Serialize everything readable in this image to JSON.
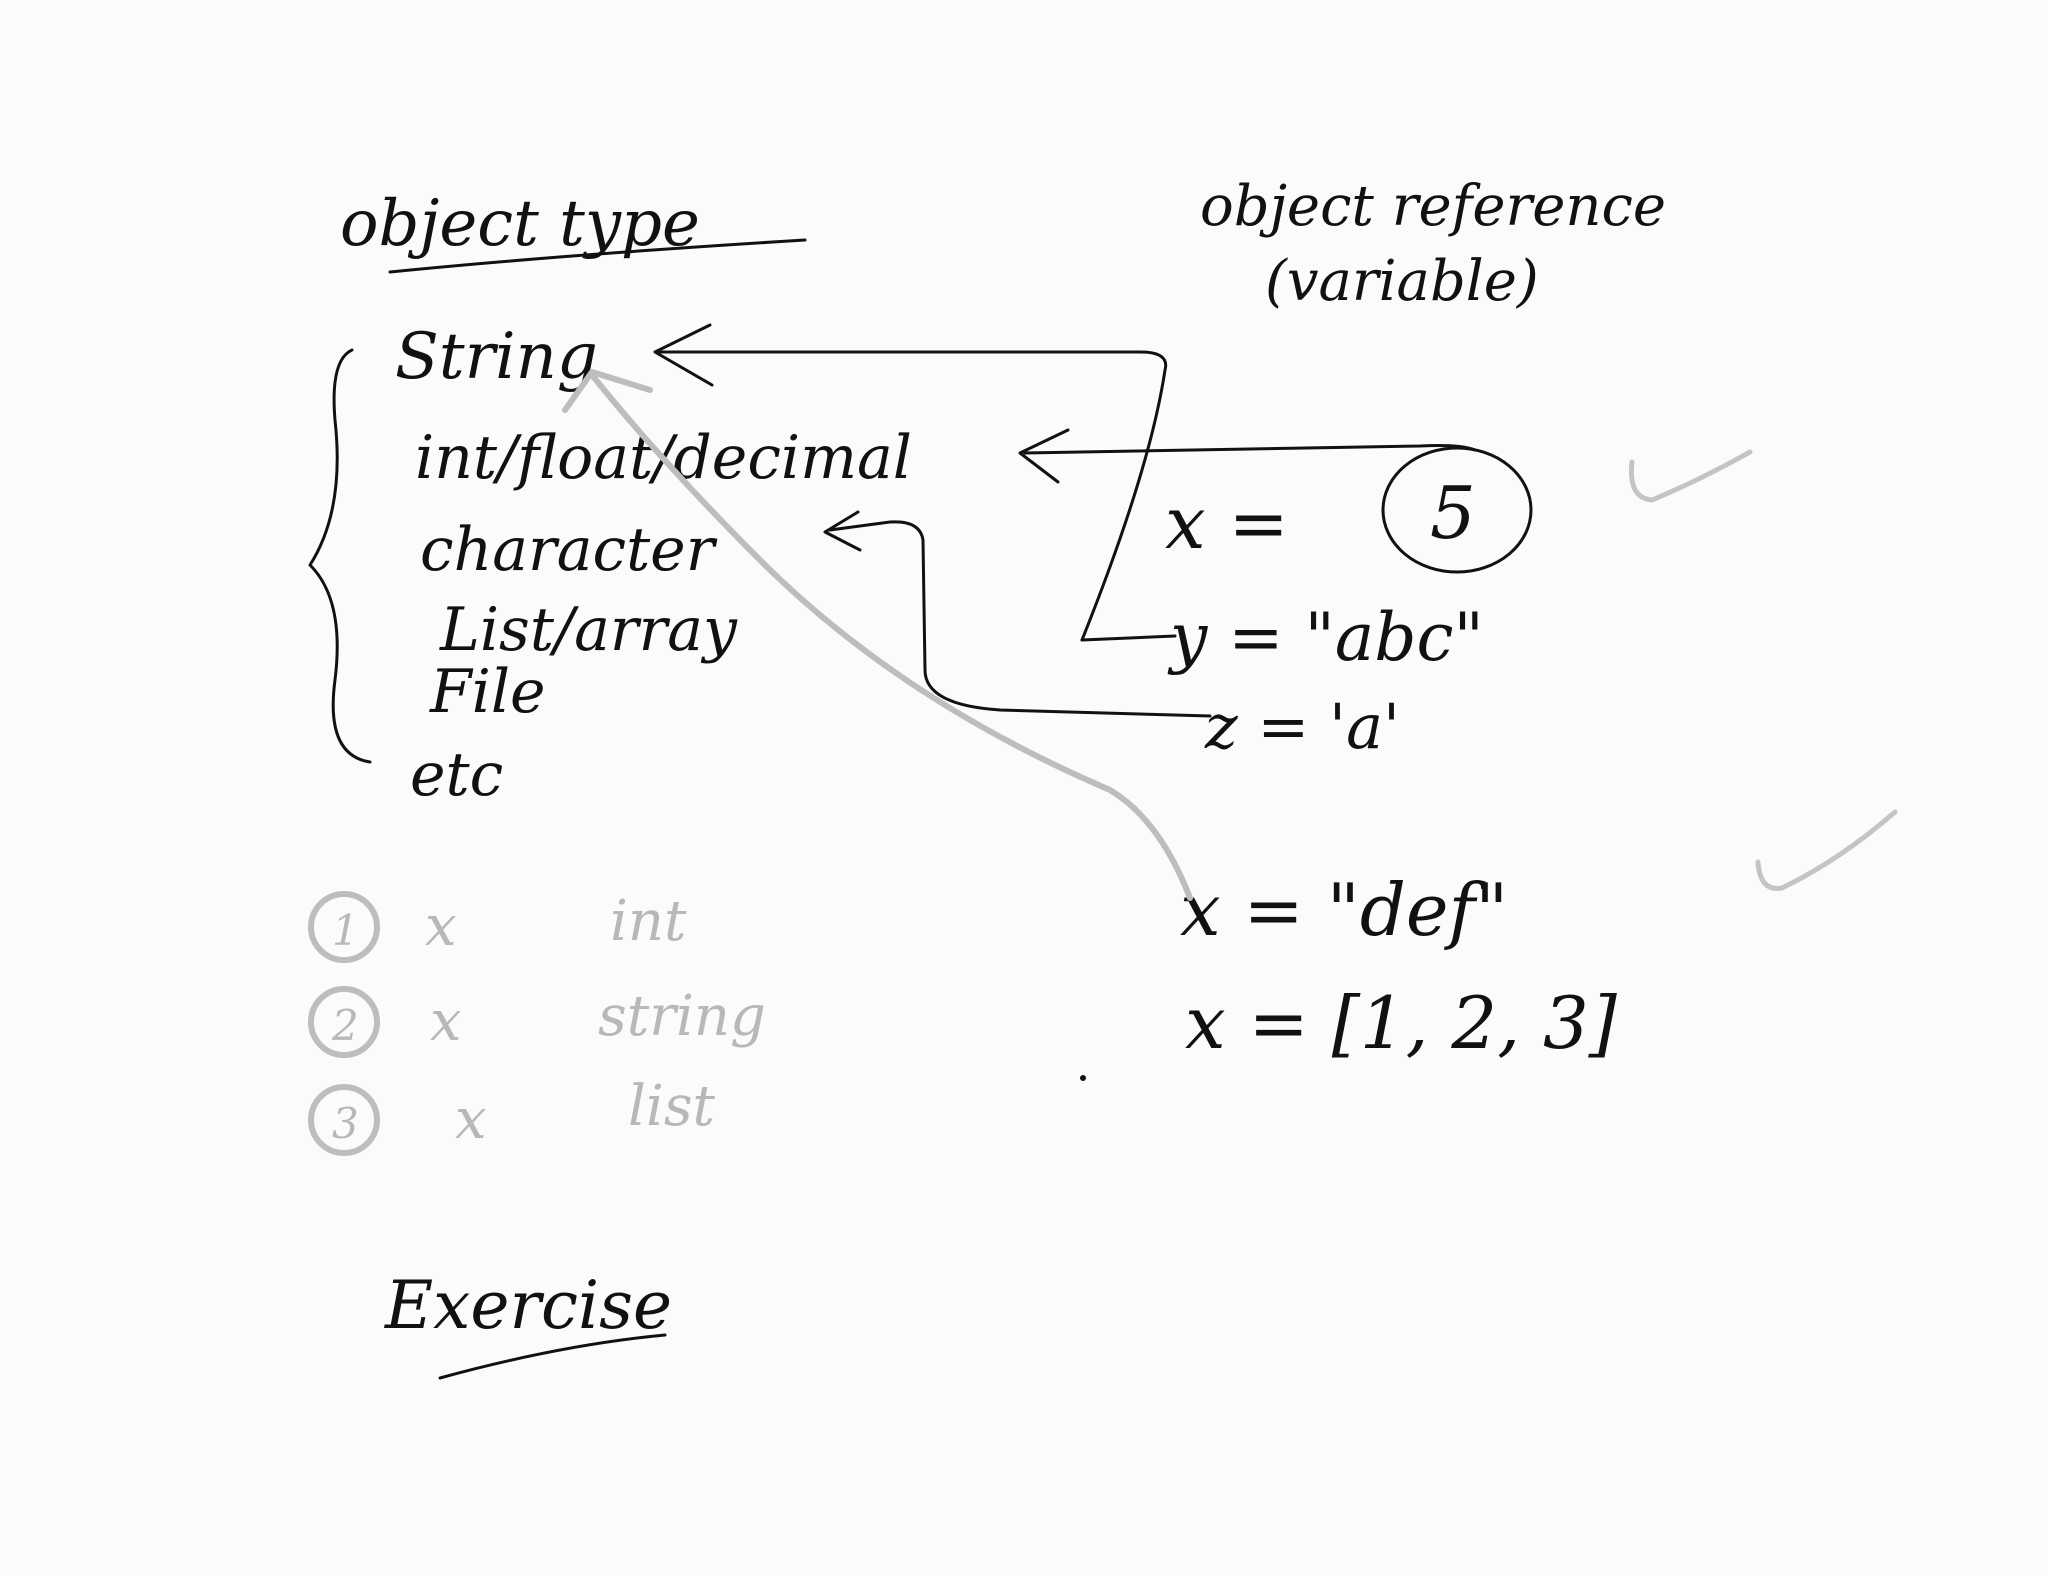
{
  "headings": {
    "object_type": "object type",
    "object_reference": "object reference",
    "variable": "(variable)"
  },
  "types": [
    "String",
    "int/float/decimal",
    "character",
    "List/array",
    "File",
    "etc"
  ],
  "assignments": {
    "x5": "x = ",
    "five": "5",
    "y": "y = \"abc\"",
    "z": "z = 'a'",
    "xdef": "x = \"def\"",
    "xlist": "x = [1, 2, 3]"
  },
  "exercise_steps": [
    {
      "num": "1",
      "var": "x",
      "type": "int"
    },
    {
      "num": "2",
      "var": "x",
      "type": "string"
    },
    {
      "num": "3",
      "var": "x",
      "type": "list"
    }
  ],
  "exercise_label": "Exercise",
  "colors": {
    "ink": "#111111",
    "faint": "#b8b8b8",
    "paper": "#fbfbfb"
  }
}
